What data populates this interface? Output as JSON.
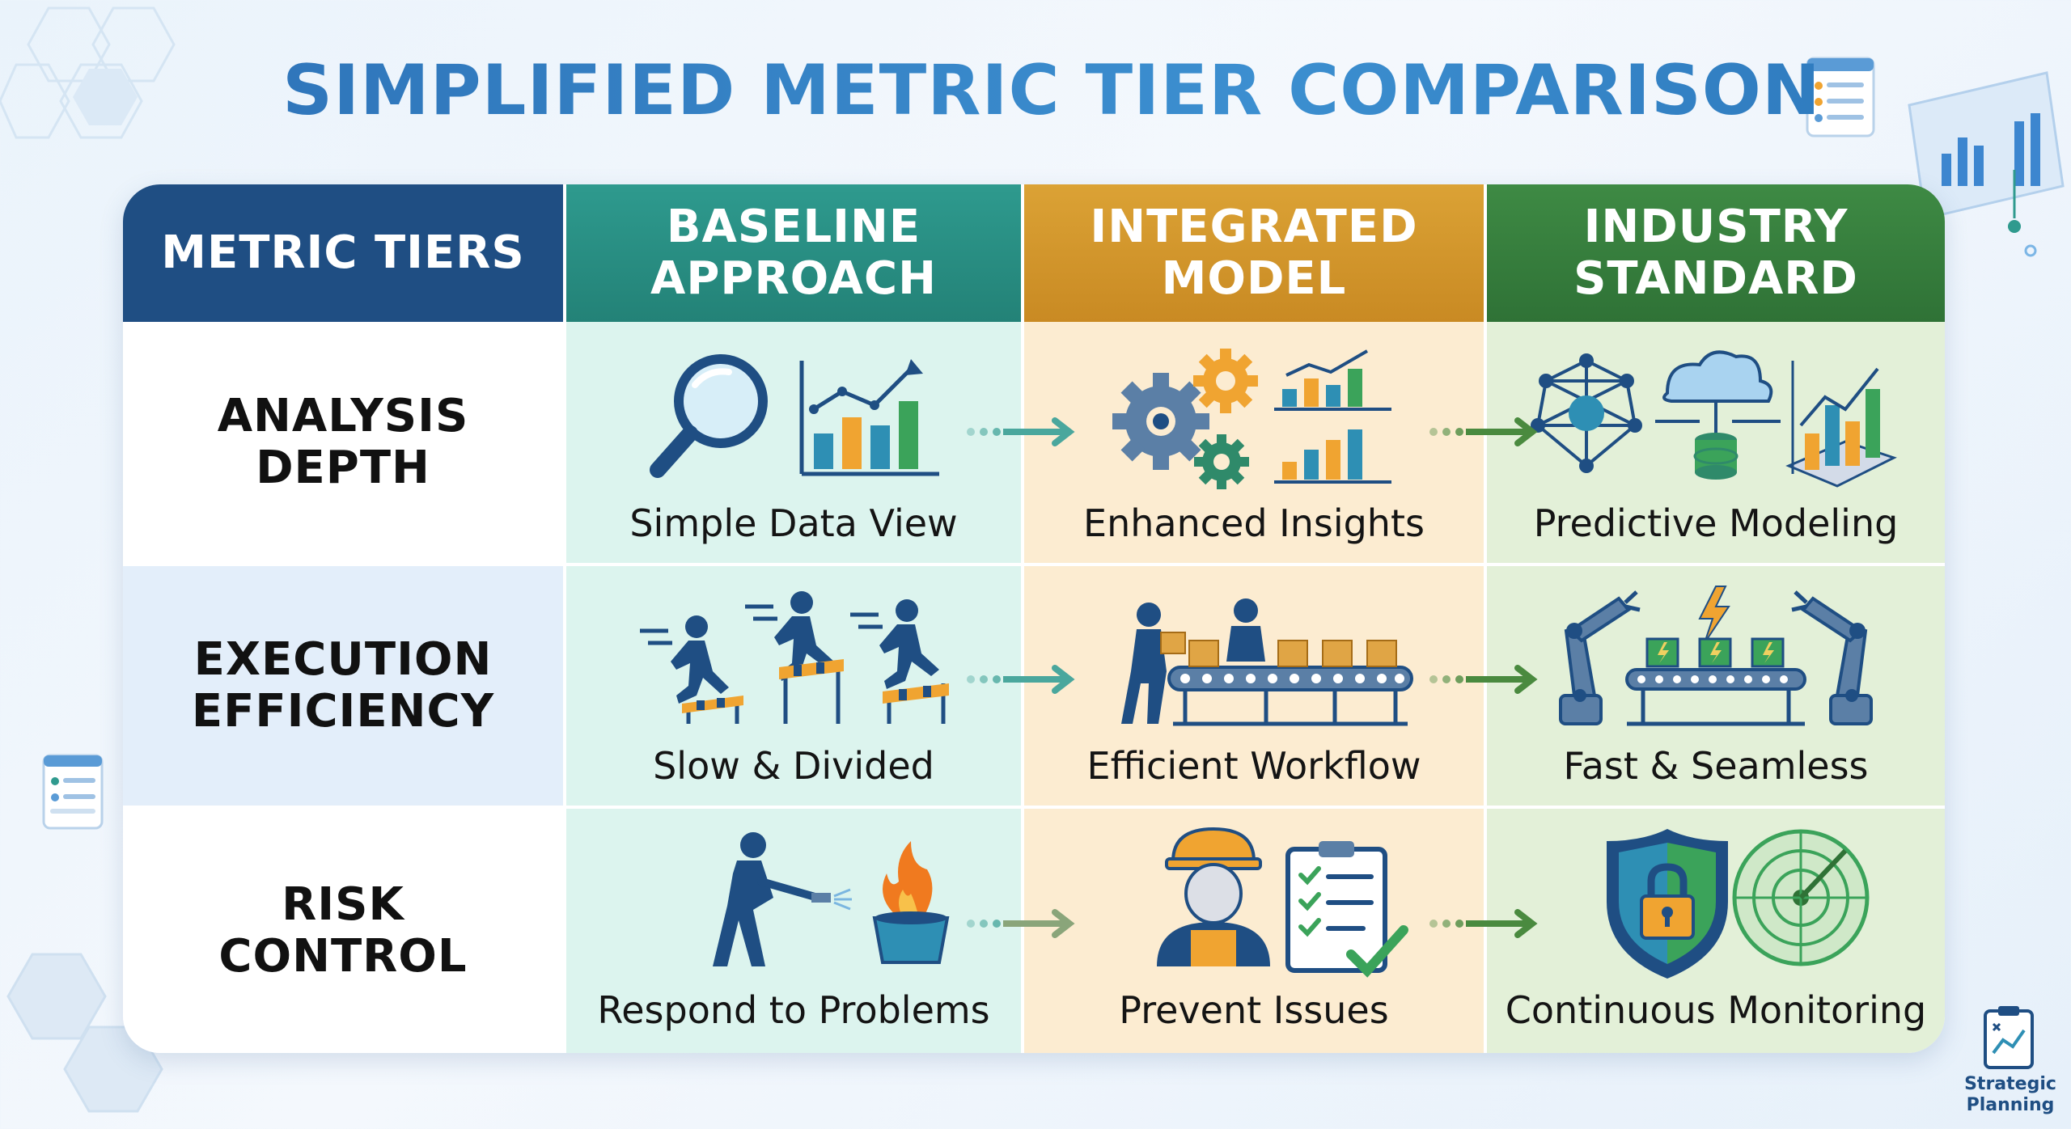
{
  "title": "SIMPLIFIED METRIC TIER COMPARISON",
  "headers": [
    "METRIC TIERS",
    "BASELINE\nAPPROACH",
    "INTEGRATED\nMODEL",
    "INDUSTRY\nSTANDARD"
  ],
  "rows": [
    {
      "label": "ANALYSIS\nDEPTH",
      "cells": [
        {
          "caption": "Simple Data View",
          "icon": "magnifier-chart-icon"
        },
        {
          "caption": "Enhanced Insights",
          "icon": "gears-chart-icon"
        },
        {
          "caption": "Predictive Modeling",
          "icon": "network-cloud-chart-icon"
        }
      ]
    },
    {
      "label": "EXECUTION\nEFFICIENCY",
      "cells": [
        {
          "caption": "Slow & Divided",
          "icon": "runners-hurdles-icon"
        },
        {
          "caption": "Efficient Workflow",
          "icon": "conveyor-workers-icon"
        },
        {
          "caption": "Fast & Seamless",
          "icon": "robotic-arms-icon"
        }
      ]
    },
    {
      "label": "RISK\nCONTROL",
      "cells": [
        {
          "caption": "Respond to Problems",
          "icon": "extinguisher-fire-icon"
        },
        {
          "caption": "Prevent Issues",
          "icon": "worker-checklist-icon"
        },
        {
          "caption": "Continuous Monitoring",
          "icon": "shield-radar-icon"
        }
      ]
    }
  ],
  "badge": "Strategic\nPlanning",
  "colors": {
    "header_tiers": "#1f4e83",
    "header_baseline": "#2e9a8e",
    "header_integrated": "#dba235",
    "header_industry": "#3e8a44",
    "arrow_teal": "#4aa79d",
    "arrow_green": "#4a8a3f"
  }
}
